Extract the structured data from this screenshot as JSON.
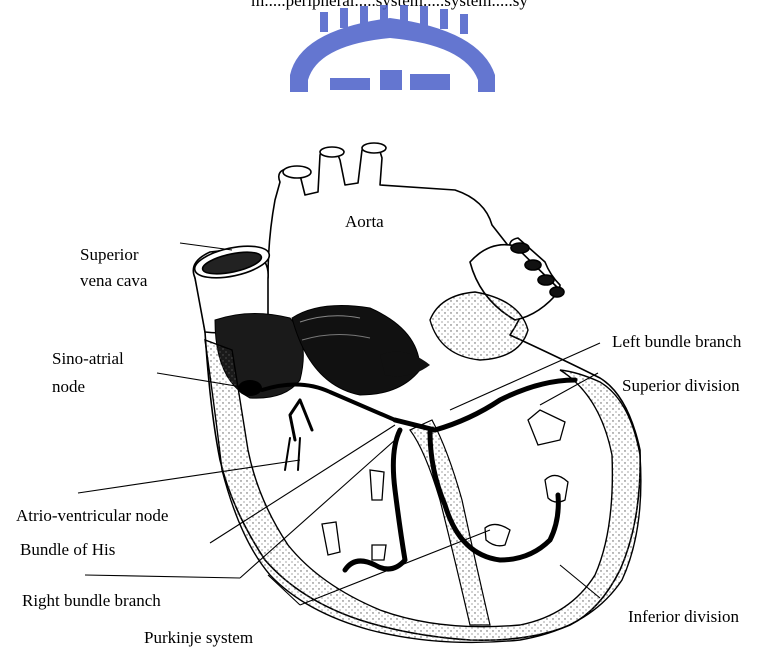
{
  "caption_fragment": "m.....peripheral.....system.....system.....sy",
  "colors": {
    "watermark": "#4a5fc8",
    "ink": "#000000",
    "stipple": "#555555"
  },
  "labels": {
    "aorta": "Aorta",
    "superior_vena_cava": [
      "Superior",
      "vena cava"
    ],
    "sino_atrial_node": [
      "Sino-atrial",
      "node"
    ],
    "left_bundle_branch": "Left bundle branch",
    "superior_division": "Superior division",
    "atrio_ventricular_node": "Atrio-ventricular node",
    "bundle_of_his": "Bundle of His",
    "right_bundle_branch": "Right bundle branch",
    "inferior_division": "Inferior division",
    "purkinje_system": "Purkinje system"
  }
}
